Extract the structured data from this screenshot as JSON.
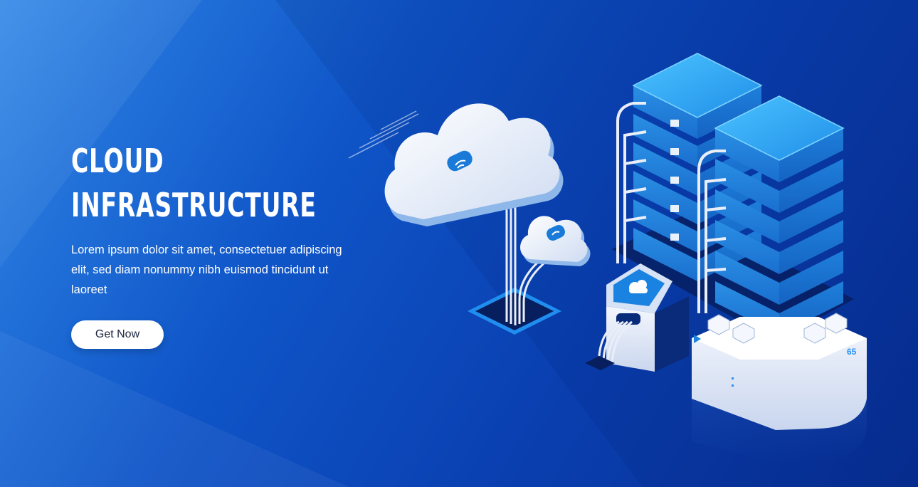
{
  "hero": {
    "title_line1": "CLOUD",
    "title_line2": "INFRASTRUCTURE",
    "description": "Lorem ipsum dolor sit amet, consectetuer adipiscing elit, sed diam nonummy nibh euismod tincidunt ut laoreet",
    "cta_label": "Get Now"
  },
  "illustration": {
    "server_unit_label": "65",
    "icons": [
      "cloud-icon",
      "wifi-icon",
      "server-icon",
      "data-module-icon"
    ]
  },
  "colors": {
    "background_start": "#2f86e6",
    "background_end": "#072f94",
    "server_top": "#2aa6f2",
    "server_side": "#1477d6",
    "cloud": "#eef3fb",
    "button_bg": "#ffffff",
    "button_text": "#1a2340"
  }
}
